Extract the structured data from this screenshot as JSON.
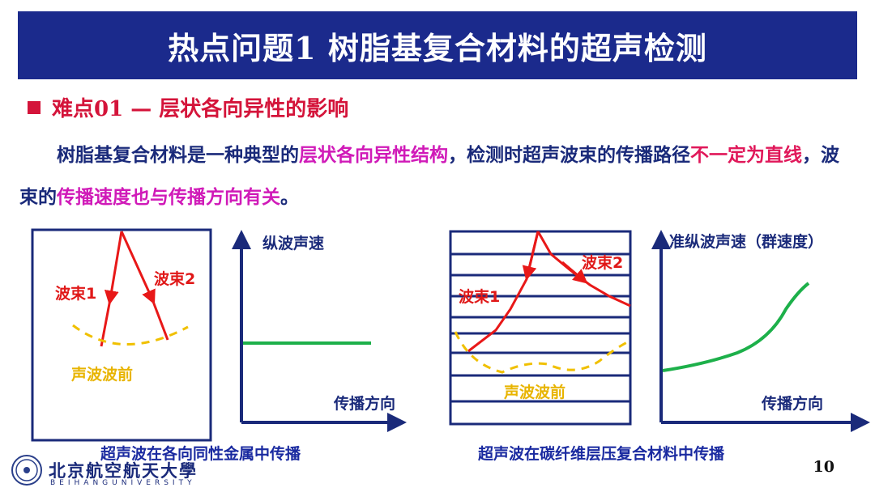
{
  "title": "热点问题1 树脂基复合材料的超声检测",
  "section": "难点01 — 层状各向异性的影响",
  "paragraph": {
    "p1": "树脂基复合材料是一种典型的",
    "h1": "层状各向异性结构",
    "p2": "，检测时超声波束的传播路径",
    "h2": "不一定为直线",
    "p3": "，波束的",
    "h3": "传播速度也与传播方向有关",
    "p4": "。"
  },
  "left_figure": {
    "beam1": "波束1",
    "beam2": "波束2",
    "wavefront": "声波波前",
    "caption": "超声波在各向同性金属中传播"
  },
  "left_chart": {
    "ylabel": "纵波声速",
    "xlabel": "传播方向"
  },
  "right_figure": {
    "beam1": "波束1",
    "beam2": "波束2",
    "wavefront": "声波波前",
    "caption": "超声波在碳纤维层压复合材料中传播"
  },
  "right_chart": {
    "ylabel": "准纵波声速（群速度）",
    "xlabel": "传播方向"
  },
  "footer": {
    "university_cn": "北京航空航天大學",
    "university_en": "BEIHANGUNIVERSITY",
    "page_number": "10"
  },
  "colors": {
    "title_bg": "#1b2a8c",
    "beam": "#e81818",
    "wavefront": "#f0c000",
    "curve": "#1db04a",
    "axis": "#1a2a7a"
  }
}
